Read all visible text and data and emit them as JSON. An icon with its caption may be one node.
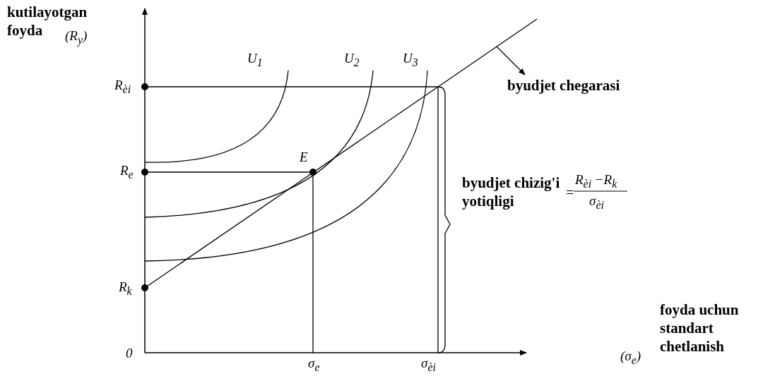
{
  "diagram": {
    "nodes": [
      {
        "text": [],
        "shape": "line"
      },
      {
        "text": [
          "byudjet chegarasi"
        ]
      }
    ],
    "edges": [
      {
        "from": 0,
        "to": 1,
        "arrow": "to"
      }
    ],
    "labels": [
      "kutilayotgan foyda",
      "(R$_{y}$)",
      "U$_{1}$",
      "U$_{2}$",
      "U$_{3}$",
      "R$_{èi}$",
      "R$_{e}$",
      "E",
      "byudjet chizig'i yotiqligi",
      "=",
      "R$_{èi}$ −R$_{k}$",
      "σ$_{èi}$",
      "R$_{k}$",
      "0",
      "σ$_{e}$",
      "σ$_{èi}$",
      "(σ$_{e}$)",
      "foyda uchun standart chetlanish"
    ]
  }
}
